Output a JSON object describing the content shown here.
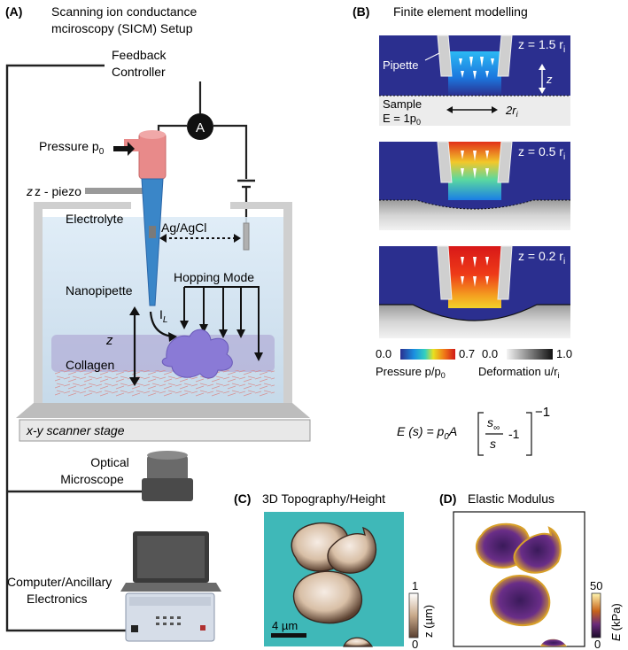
{
  "panelA": {
    "letter": "(A)",
    "title_line1": "Scanning ion conductance",
    "title_line2": "mciroscopy (SICM) Setup",
    "feedback_line1": "Feedback",
    "feedback_line2": "Controller",
    "ammeter": "A",
    "pressure": "Pressure p",
    "pressure_sub": "0",
    "zpiezo": "z - piezo",
    "electrolyte": "Electrolyte",
    "agcl": "Ag/AgCl",
    "hopping": "Hopping Mode",
    "nanopipette": "Nanopipette",
    "il": "I",
    "il_sub": "L",
    "z": "z",
    "collagen": "Collagen",
    "stage": "x-y scanner stage",
    "optical_line1": "Optical",
    "optical_line2": "Microscope",
    "computer_line1": "Computer/Ancillary",
    "computer_line2": "Electronics"
  },
  "panelB": {
    "letter": "(B)",
    "title": "Finite element modelling",
    "pipette": "Pipette",
    "sample": "Sample",
    "modulus": "E = 1p",
    "modulus_sub": "0",
    "width": "2r",
    "width_sub": "i",
    "zlabel": "z",
    "frames": [
      {
        "label": "z = 1.5 r",
        "sub": "i"
      },
      {
        "label": "z = 0.5 r",
        "sub": "i"
      },
      {
        "label": "z = 0.2 r",
        "sub": "i"
      }
    ],
    "pressure_min": "0.0",
    "pressure_max": "0.7",
    "pressure_label": "Pressure p/p",
    "pressure_sub": "0",
    "deform_min": "0.0",
    "deform_max": "1.0",
    "deform_label": "Deformation u/r",
    "deform_sub": "i",
    "equation": "E (s) = p",
    "equation_rest": "A",
    "eq_sinf": "s",
    "eq_inf": "∞",
    "eq_s": "s",
    "eq_minus1": "-1",
    "eq_exp": "−1"
  },
  "panelC": {
    "letter": "(C)",
    "title": "3D Topography/Height",
    "scalebar": "4 µm",
    "cb_max": "1",
    "cb_min": "0",
    "cb_label": "z (µm)"
  },
  "panelD": {
    "letter": "(D)",
    "title": "Elastic Modulus",
    "cb_max": "50",
    "cb_min": "0",
    "cb_label": "E (kPa)"
  },
  "colors": {
    "fem_bg": "#2b2f8f",
    "cyan_bg": "#3fb8b8",
    "tip_pink": "#e88a8a",
    "pipette_blue": "#3a86c8",
    "tank_blue": "#cfe4f2",
    "cell_purple": "#8a7ad6"
  }
}
